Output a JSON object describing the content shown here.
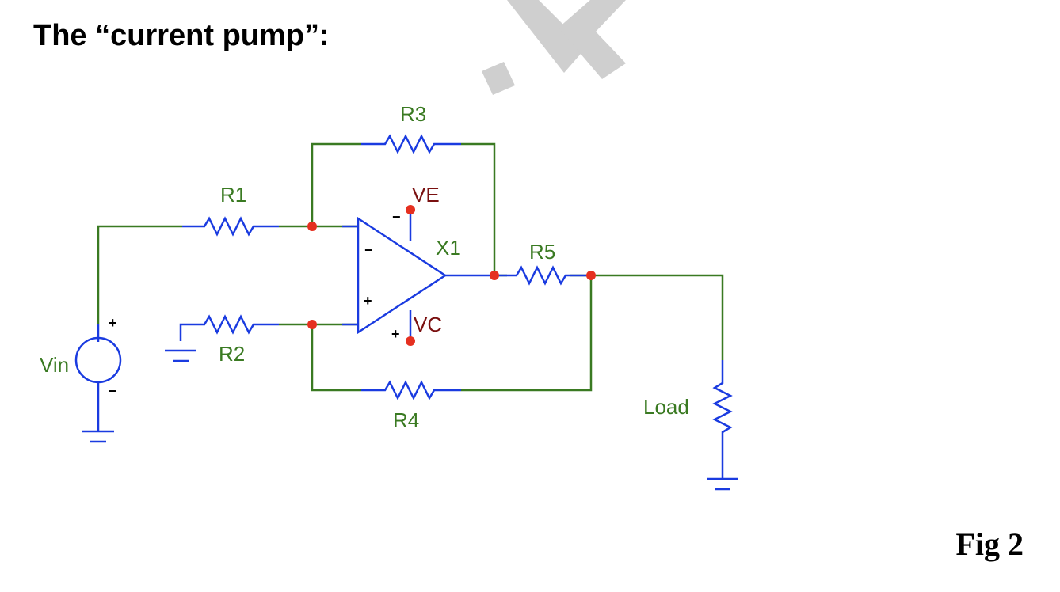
{
  "title": "The “current pump”:",
  "figure_label": "Fig 2",
  "components": {
    "r1": "R1",
    "r2": "R2",
    "r3": "R3",
    "r4": "R4",
    "r5": "R5",
    "load": "Load",
    "source": "Vin",
    "opamp": "X1",
    "supply_pos": "VE",
    "supply_neg": "VC"
  },
  "pins": {
    "minus": "−",
    "plus": "+"
  },
  "colors": {
    "wire": "#3a7a22",
    "component": "#1a3be0",
    "node": "#e53020",
    "supply_label": "#7a1010",
    "watermark": "#cfcfcf"
  }
}
